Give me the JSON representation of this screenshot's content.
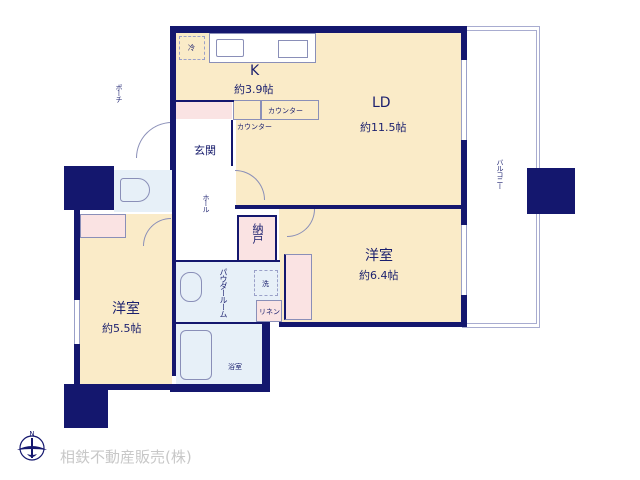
{
  "floorplan": {
    "rooms": {
      "kitchen": {
        "name": "K",
        "size": "約3.9帖"
      },
      "ld": {
        "name": "LD",
        "size": "約11.5帖"
      },
      "western_room_1": {
        "name": "洋室",
        "size": "約6.4帖"
      },
      "western_room_2": {
        "name": "洋室",
        "size": "約5.5帖"
      },
      "entrance": {
        "name": "玄関"
      },
      "hall": {
        "name": "ホール"
      },
      "closet": {
        "name": "納戸"
      },
      "powder_room": {
        "name": "パウダールーム"
      },
      "bathroom": {
        "name": "浴室"
      },
      "linen": {
        "name": "リネン"
      },
      "laundry": {
        "name": "洗"
      },
      "fridge": {
        "name": "冷"
      },
      "porch": {
        "name": "ポーチ"
      },
      "balcony": {
        "name": "バルコニー"
      }
    },
    "counters": [
      "カウンター",
      "カウンター"
    ],
    "compass": {
      "direction": "N"
    },
    "company": "相鉄不動産販売(株)"
  },
  "colors": {
    "wall": "#14176e",
    "room_yellow": "#faebc8",
    "room_pink": "#fae3e3",
    "room_blue": "#e7f0f8",
    "company_text": "#c8c8c8"
  }
}
